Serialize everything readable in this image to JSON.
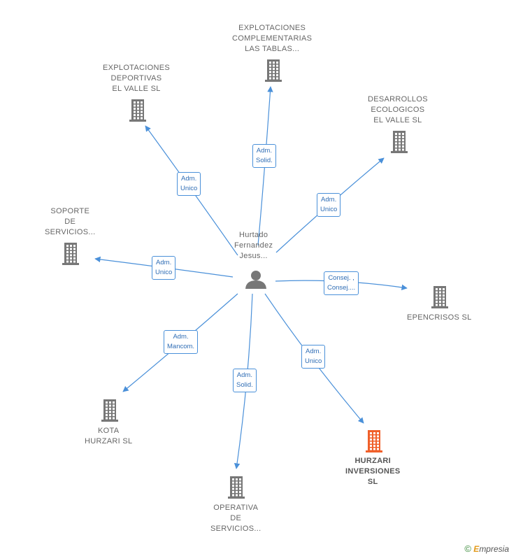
{
  "center": {
    "label": [
      "Hurtado",
      "Fernandez",
      "Jesus..."
    ],
    "icon": "person-icon"
  },
  "nodes": [
    {
      "id": "explotaciones-complementarias",
      "label": [
        "EXPLOTACIONES",
        "COMPLEMENTARIAS",
        "LAS TABLAS..."
      ],
      "icon": "building-icon",
      "highlight": false
    },
    {
      "id": "explotaciones-deportivas",
      "label": [
        "EXPLOTACIONES",
        "DEPORTIVAS",
        "EL VALLE SL"
      ],
      "icon": "building-icon",
      "highlight": false
    },
    {
      "id": "desarrollos-ecologicos",
      "label": [
        "DESARROLLOS",
        "ECOLOGICOS",
        "EL VALLE SL"
      ],
      "icon": "building-icon",
      "highlight": false
    },
    {
      "id": "soporte-servicios",
      "label": [
        "SOPORTE",
        "DE",
        "SERVICIOS..."
      ],
      "icon": "building-icon",
      "highlight": false
    },
    {
      "id": "epencrisos",
      "label": [
        "EPENCRISOS SL"
      ],
      "icon": "building-icon",
      "highlight": false
    },
    {
      "id": "kota-hurzari",
      "label": [
        "KOTA",
        "HURZARI  SL"
      ],
      "icon": "building-icon",
      "highlight": false
    },
    {
      "id": "hurzari-inversiones",
      "label": [
        "HURZARI",
        "INVERSIONES",
        "SL"
      ],
      "icon": "building-icon",
      "highlight": true
    },
    {
      "id": "operativa-servicios",
      "label": [
        "OPERATIVA",
        "DE",
        "SERVICIOS..."
      ],
      "icon": "building-icon",
      "highlight": false
    }
  ],
  "edges": [
    {
      "to": "explotaciones-complementarias",
      "role": [
        "Adm.",
        "Solid."
      ]
    },
    {
      "to": "explotaciones-deportivas",
      "role": [
        "Adm.",
        "Unico"
      ]
    },
    {
      "to": "desarrollos-ecologicos",
      "role": [
        "Adm.",
        "Unico"
      ]
    },
    {
      "to": "soporte-servicios",
      "role": [
        "Adm.",
        "Unico"
      ]
    },
    {
      "to": "epencrisos",
      "role": [
        "Consej. ,",
        "Consej...."
      ]
    },
    {
      "to": "kota-hurzari",
      "role": [
        "Adm.",
        "Mancom."
      ]
    },
    {
      "to": "hurzari-inversiones",
      "role": [
        "Adm.",
        "Unico"
      ]
    },
    {
      "to": "operativa-servicios",
      "role": [
        "Adm.",
        "Solid."
      ]
    }
  ],
  "colors": {
    "edge": "#4a90d9",
    "node": "#777777",
    "highlight": "#f0602a",
    "role_text": "#2f6db5"
  },
  "footer": {
    "copyright": "©",
    "brand_initial": "E",
    "brand_rest": "mpresia"
  }
}
